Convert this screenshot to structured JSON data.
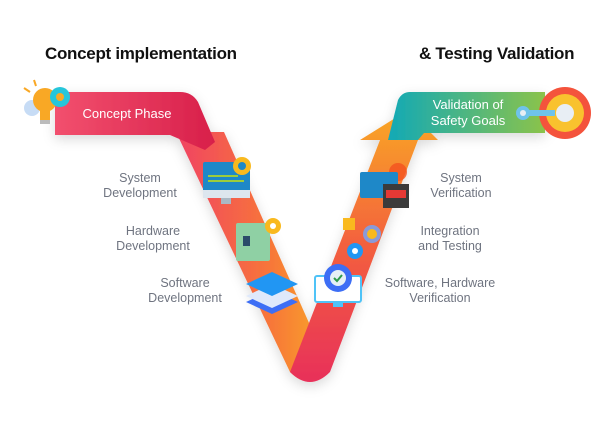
{
  "headings": {
    "left": "Concept implementation",
    "right": "& Testing Validation"
  },
  "bands": {
    "concept": "Concept Phase",
    "validation_line1": "Validation of",
    "validation_line2": "Safety Goals"
  },
  "left_steps": [
    {
      "line1": "System",
      "line2": "Development",
      "icon": "monitor-code-gear-icon"
    },
    {
      "line1": "Hardware",
      "line2": "Development",
      "icon": "circuit-board-icon"
    },
    {
      "line1": "Software",
      "line2": "Development",
      "icon": "code-layers-icon"
    }
  ],
  "right_steps": [
    {
      "line1": "System",
      "line2": "Verification",
      "icon": "monitor-window-icon"
    },
    {
      "line1": "Integration",
      "line2": "and Testing",
      "icon": "chip-gears-icon"
    },
    {
      "line1": "Software, Hardware",
      "line2": "Verification",
      "icon": "monitor-check-gear-icon"
    }
  ],
  "colors": {
    "red": "#e8305a",
    "orange": "#f7941d",
    "teal": "#14aab2",
    "green": "#8bc34a"
  }
}
